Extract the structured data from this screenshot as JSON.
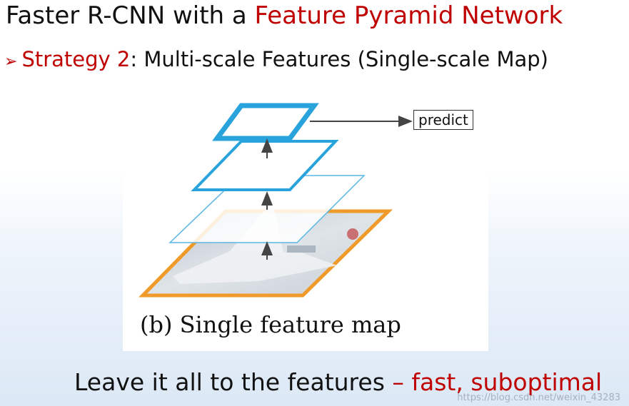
{
  "slide": {
    "title_prefix": "Faster R-CNN with a ",
    "title_accent": "Feature Pyramid Network",
    "subtitle_accent": "Strategy 2",
    "subtitle_rest": ": Multi-scale Features (Single-scale Map)",
    "bottom_prefix": "Leave it all to the features ",
    "bottom_accent": "– fast, suboptimal",
    "watermark": "https://blog.csdn.net/weixin_43283"
  },
  "figure": {
    "caption": "(b) Single feature map",
    "predict_label": "predict",
    "colors": {
      "feature_map": "#29a3dc",
      "image_border": "#f09a2a",
      "arrow": "#444444",
      "accent_text": "#c00000"
    }
  }
}
